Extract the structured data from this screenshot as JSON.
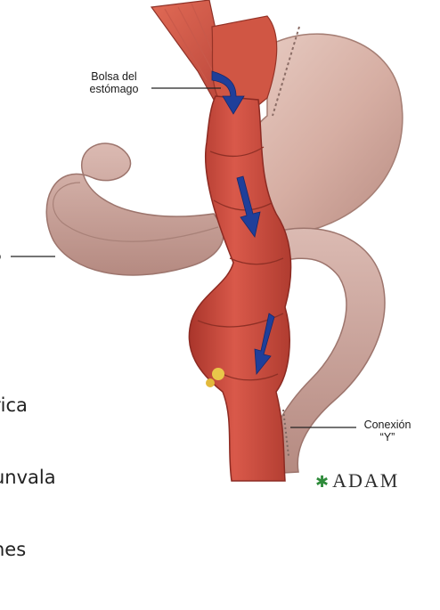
{
  "labels": {
    "stomach_pouch": [
      "Bolsa del",
      "estómago"
    ],
    "y_connection": [
      "Conexión",
      "“Y”"
    ],
    "left_cut_fragment": "o"
  },
  "side_text": [
    "rica",
    "unvala",
    "nes"
  ],
  "logo": {
    "text": "ADAM",
    "star_color": "#2e8b3a"
  },
  "colors": {
    "stomach": "#d9b3a8",
    "small_intestine": "#c69c94",
    "bypass_limb": "#c8473a",
    "arrow": "#1f3f9a",
    "leader_line": "#222222"
  }
}
